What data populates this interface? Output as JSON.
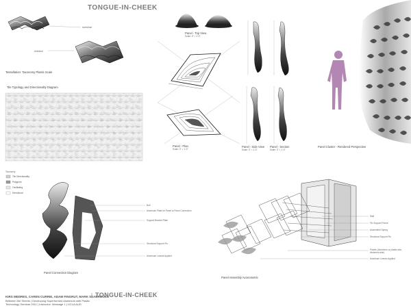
{
  "header": {
    "title": "TONGUE-IN-CHEEK"
  },
  "tessellation": {
    "caption": "Tessellation: Taxonomy Plastic Scale",
    "label_upper": "Isoleclinal",
    "label_lower": "Anticlinal"
  },
  "typology": {
    "caption": "Tile Typology and Directionality Diagram",
    "legend_title": "Taxonomy",
    "legend_items": [
      "Tile Directionality",
      "Polygons",
      "Oscillating",
      "Directional"
    ]
  },
  "panel_views": {
    "top_view_caption": "Panel - Top View",
    "top_view_scale": "Scale: 3\" = 1'-0\"",
    "plan_caption": "Panel - Plan",
    "plan_scale": "Scale: 3\" = 1'-0\"",
    "side_view_caption": "Panel - Side View",
    "side_view_scale": "Scale: 3\" = 1'-0\"",
    "section_caption": "Panel - Section",
    "section_scale": "Scale: 3\" = 1'-0\"",
    "cluster_caption": "Panel Cluster - Rendered Perspective"
  },
  "connection": {
    "caption": "Panel Connection Diagram",
    "labels": [
      "Bolt",
      "Aluminum Plate for Panel to Panel Connection",
      "Support Bracket Plate",
      "Structural Support Fin",
      "Aluminum Leaves Applied"
    ]
  },
  "assembly": {
    "caption": "Panel Assembly Axonometric",
    "labels": [
      "Wall",
      "Fin Support Frame",
      "Assembled Spring",
      "Structural Support Fin",
      "Panels (Aluminum or plastic skin, thickened skin)",
      "Aluminum Leaves Applied"
    ]
  },
  "footer": {
    "names": "KIRS MEDRES, CAREN CURRIE, ADAM FINGRUT, MARK SEABROOKS",
    "separator": "|",
    "title": "TONGUE-IN-CHEEK",
    "subtitle1": "Between the Sheets | Developing Superformed Aluminum with Plastic",
    "subtitle2": "Technology Seminar 2011 | Instructor: Message 1 | UCLA AUD"
  },
  "colors": {
    "accent": "#b486b4",
    "ink": "#222222",
    "gray": "#7b7b7b"
  }
}
